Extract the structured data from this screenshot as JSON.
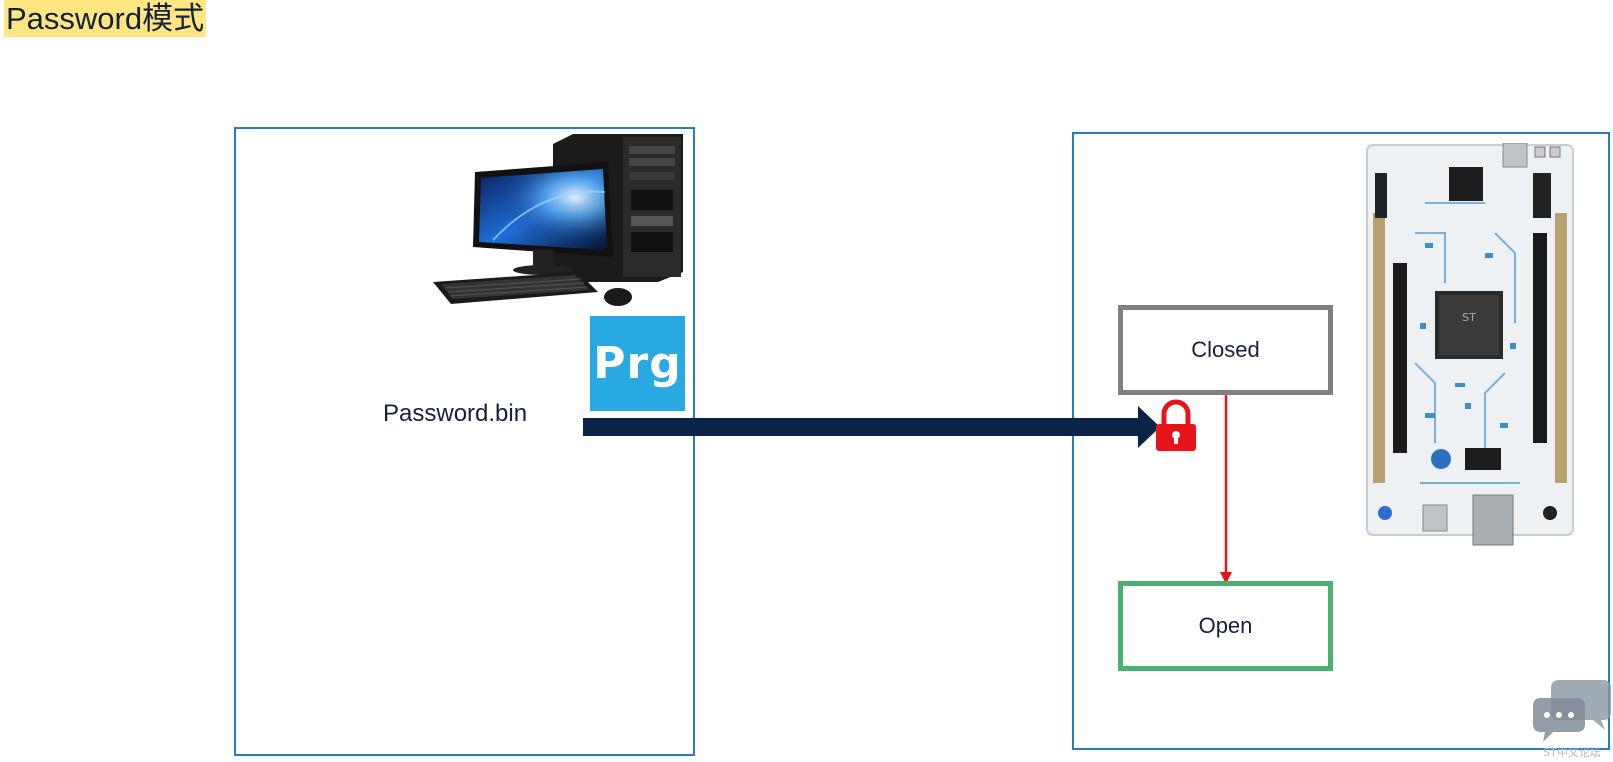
{
  "title": "Password模式",
  "host": {
    "file_label": "Password.bin",
    "tool_logo_text": "Prg",
    "tool_logo_color": "#29a9e1",
    "computer_icon": "desktop-computer-icon"
  },
  "device": {
    "states": [
      {
        "label": "Closed",
        "border_color": "#808080"
      },
      {
        "label": "Open",
        "border_color": "#4caf6e"
      }
    ],
    "lock_icon": "lock-icon",
    "lock_color": "#e8141c",
    "board_image": "nucleo-board-illustration"
  },
  "flow": {
    "arrow_color": "#0c2348",
    "transition_color": "#e8141c"
  },
  "watermark": {
    "text": "ST中文论坛",
    "icon": "chat-bubbles-icon"
  }
}
